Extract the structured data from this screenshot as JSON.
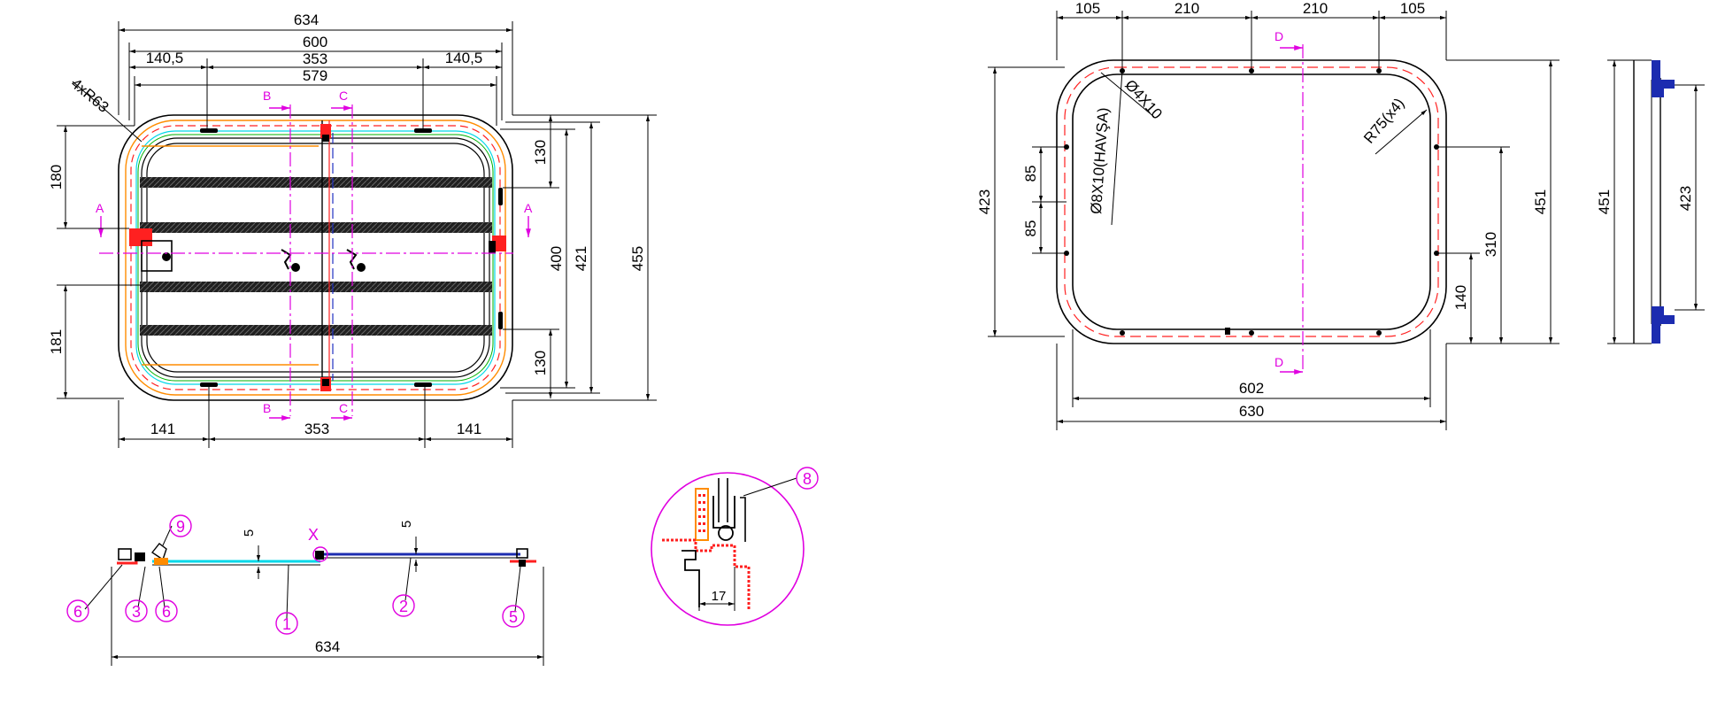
{
  "colors": {
    "line": "#000000",
    "magenta": "#e000e0",
    "red": "#ff2020",
    "orange": "#ff8c00",
    "green": "#00b000",
    "cyan": "#00d8e8",
    "blue": "#2030c0",
    "navy": "#1c2cb0"
  },
  "view1": {
    "dims_top": [
      "634",
      "600",
      "140,5",
      "353",
      "140,5",
      "579"
    ],
    "dims_bottom": [
      "141",
      "353",
      "141"
    ],
    "dims_left": [
      "180",
      "181"
    ],
    "dims_right": [
      "130",
      "400",
      "421",
      "455",
      "130"
    ],
    "radius_label": "4xR63",
    "section_marks": [
      "B",
      "C",
      "A",
      "A",
      "B",
      "C"
    ]
  },
  "view2": {
    "dims_top": [
      "105",
      "210",
      "210",
      "105"
    ],
    "dims_bottom": [
      "602",
      "630"
    ],
    "dims_left": [
      "423",
      "85",
      "85"
    ],
    "dims_right": [
      "451",
      "310",
      "140"
    ],
    "callouts": [
      "Ø4X10",
      "Ø8X10(HAVŞA)",
      "R75(x4)"
    ],
    "section_marks": [
      "D",
      "D"
    ]
  },
  "view3": {
    "dims": [
      "451",
      "423"
    ]
  },
  "section_view": {
    "dims": [
      "5",
      "5",
      "634"
    ],
    "detail_label": "X",
    "balloons": [
      "6",
      "3",
      "6",
      "9",
      "1",
      "2",
      "5"
    ]
  },
  "detail_view": {
    "balloon": "8",
    "dim": "17"
  }
}
